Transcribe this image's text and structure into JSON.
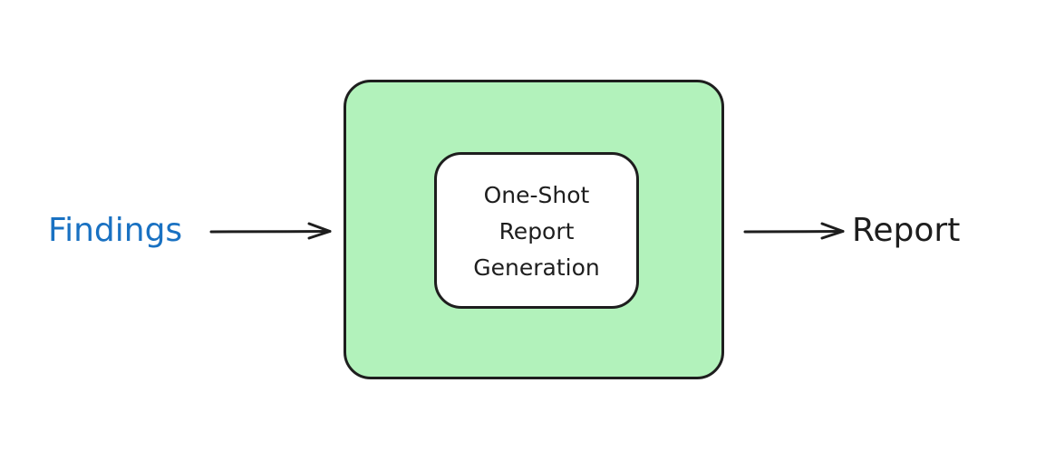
{
  "diagram": {
    "input_label": "Findings",
    "output_label": "Report",
    "process": {
      "lines": [
        "One-Shot",
        "Report",
        "Generation"
      ]
    }
  },
  "colors": {
    "input_text": "#1971c2",
    "output_text": "#1e1e1e",
    "process_fill": "#b2f2bb",
    "stroke": "#1e1e1e",
    "inner_fill": "#ffffff"
  }
}
